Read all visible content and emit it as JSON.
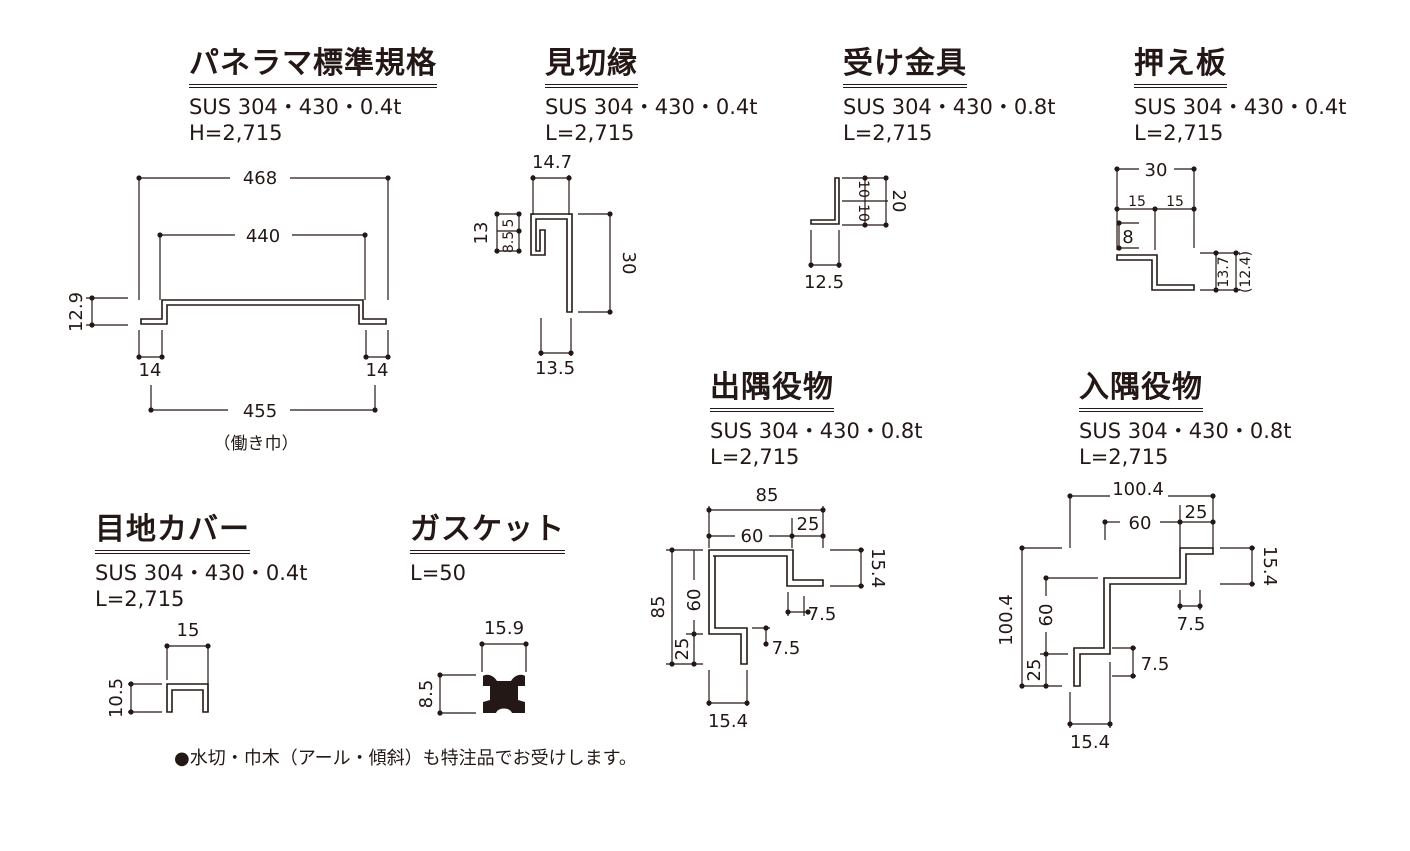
{
  "panels": {
    "panorama": {
      "title": "パネラマ標準規格",
      "spec1": "SUS 304・430・0.4t",
      "spec2": "H=2,715",
      "dims": {
        "d468": "468",
        "d440": "440",
        "d129": "12.9",
        "d14a": "14",
        "d14b": "14",
        "d455": "455",
        "work_width": "（働き巾）"
      }
    },
    "mikiriberi": {
      "title": "見切縁",
      "spec1": "SUS 304・430・0.4t",
      "spec2": "L=2,715",
      "dims": {
        "d147": "14.7",
        "d13": "13",
        "d85": "8.5",
        "d5": "5",
        "d30": "30",
        "d135": "13.5"
      }
    },
    "ukekanagu": {
      "title": "受け金具",
      "spec1": "SUS 304・430・0.8t",
      "spec2": "L=2,715",
      "dims": {
        "d10a": "10",
        "d10b": "10",
        "d20": "20",
        "d125": "12.5"
      }
    },
    "osaeita": {
      "title": "押え板",
      "spec1": "SUS 304・430・0.4t",
      "spec2": "L=2,715",
      "dims": {
        "d30": "30",
        "d15a": "15",
        "d15b": "15",
        "d8": "8",
        "d137": "13.7",
        "d124": "(12.4)"
      }
    },
    "desumi": {
      "title": "出隅役物",
      "spec1": "SUS 304・430・0.8t",
      "spec2": "L=2,715",
      "dims": {
        "d85top": "85",
        "d60top": "60",
        "d25top": "25",
        "d154right": "15.4",
        "d75a": "7.5",
        "d85left": "85",
        "d60left": "60",
        "d25left": "25",
        "d75b": "7.5",
        "d154bottom": "15.4"
      }
    },
    "irisumi": {
      "title": "入隅役物",
      "spec1": "SUS 304・430・0.8t",
      "spec2": "L=2,715",
      "dims": {
        "d1004top": "100.4",
        "d60top": "60",
        "d25top": "25",
        "d154right": "15.4",
        "d75a": "7.5",
        "d1004left": "100.4",
        "d60left": "60",
        "d25left": "25",
        "d75b": "7.5",
        "d154bottom": "15.4"
      }
    },
    "mejicover": {
      "title": "目地カバー",
      "spec1": "SUS 304・430・0.4t",
      "spec2": "L=2,715",
      "dims": {
        "d15": "15",
        "d105": "10.5"
      }
    },
    "gasket": {
      "title": "ガスケット",
      "spec1": "L=50",
      "dims": {
        "d159": "15.9",
        "d85": "8.5"
      }
    }
  },
  "note": "●水切・巾木（アール・傾斜）も特注品でお受けします。",
  "colors": {
    "ink": "#231815",
    "background": "#ffffff"
  }
}
